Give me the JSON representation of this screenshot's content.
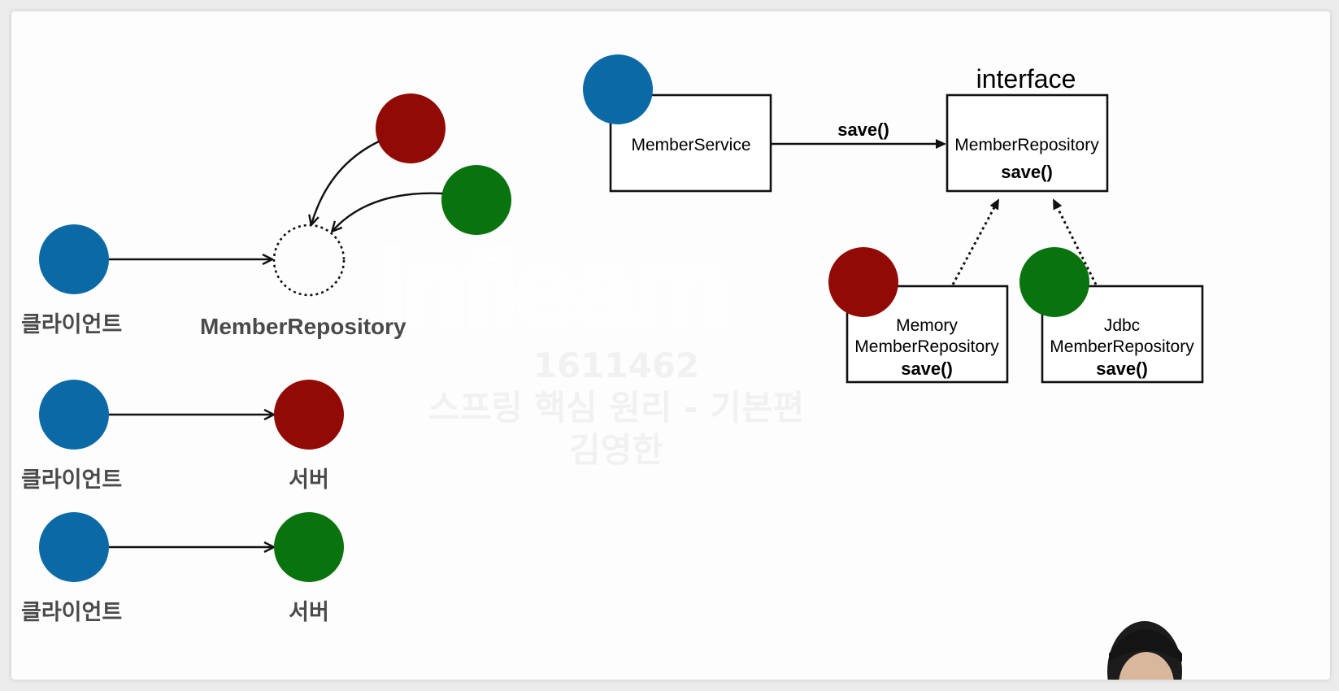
{
  "colors": {
    "blue": "#0b6aa6",
    "red": "#920a05",
    "green": "#09730d",
    "line": "#111111"
  },
  "left": {
    "client_label": "클라이언트",
    "repo_label": "MemberRepository",
    "server_label": "서버"
  },
  "right": {
    "member_service": "MemberService",
    "interface_label": "interface",
    "member_repository": "MemberRepository",
    "save_method": "save()",
    "arrow_label": "save()",
    "memory_line1": "Memory",
    "memory_line2": "MemberRepository",
    "jdbc_line1": "Jdbc",
    "jdbc_line2": "MemberRepository"
  },
  "watermark": {
    "logo": "inflearn",
    "course_id": "1611462",
    "course_title": "스프링 핵심 원리 - 기본편",
    "author": "김영한"
  }
}
